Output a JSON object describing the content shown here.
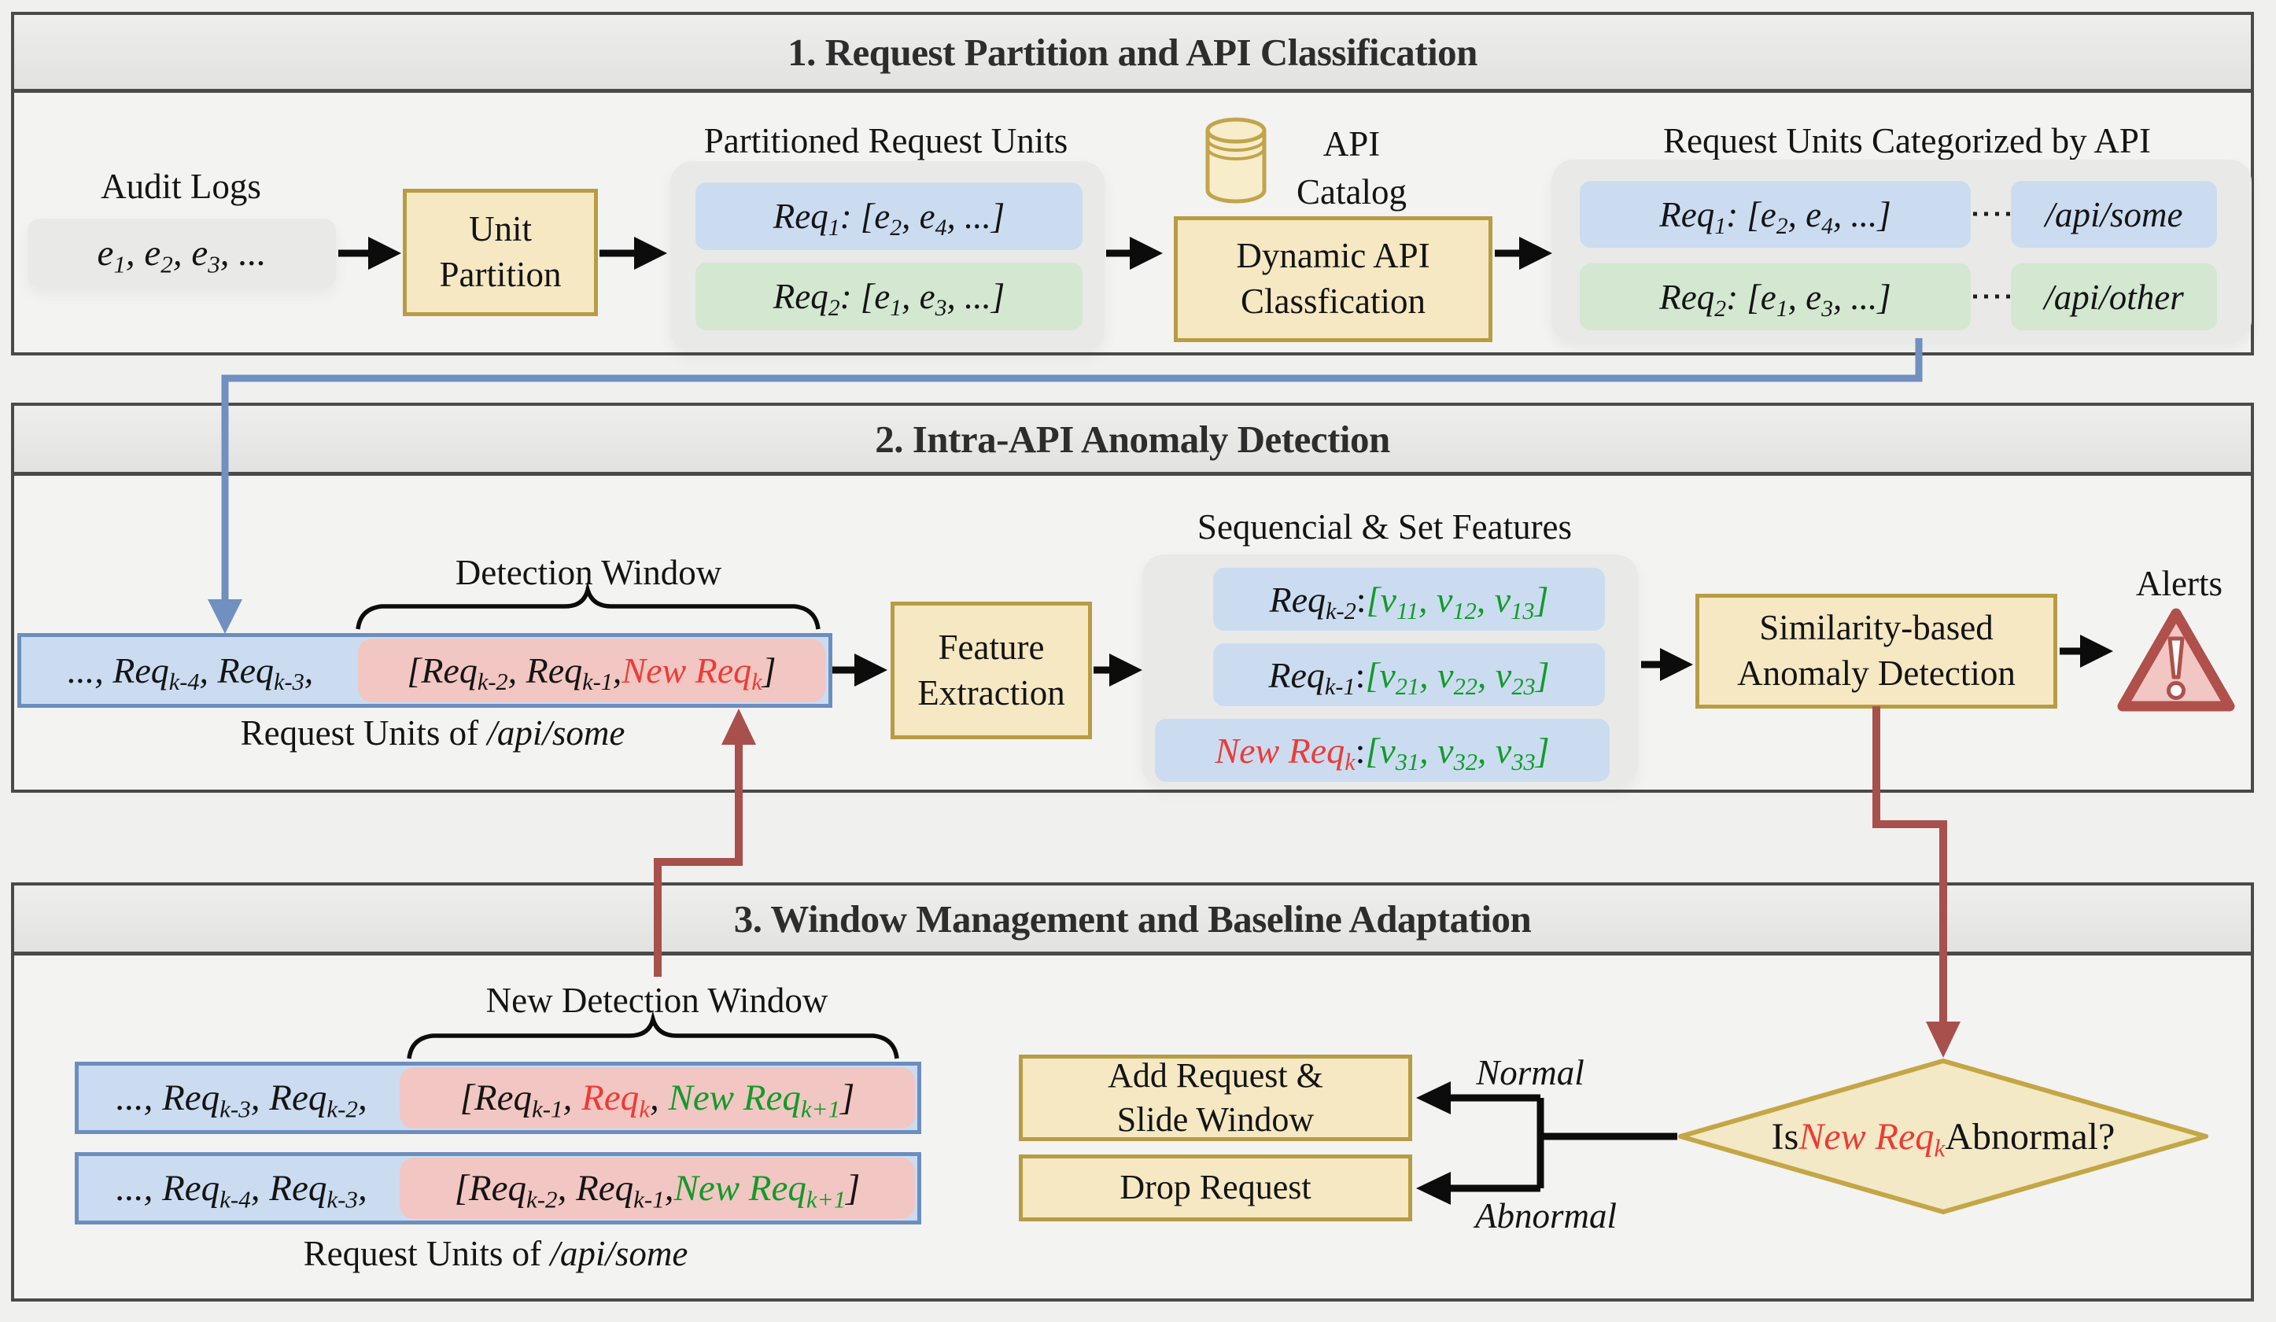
{
  "colors": {
    "page-bg": "#f0f0ef",
    "section-bg": "#f3f3f2",
    "border-dark": "#4a4a4a",
    "group-gray": "#e9e9e8",
    "yellow-fill": "#f5e8c2",
    "yellow-stroke": "#b89c44",
    "diamond-fill": "#f3e9c6",
    "diamond-stroke": "#c4a647",
    "blue-fill": "#cbdcf1",
    "blue-stroke": "#6c8ebf",
    "green-fill": "#d3e7d1",
    "pink-fill": "#f2c6c2",
    "red-text": "#ee3b35",
    "green-text": "#119b29",
    "arrow-red": "#a8504c",
    "arrow-blue": "#7090bf",
    "arrow-black": "#0c0c0c",
    "text-dark": "#141414"
  },
  "icons": {
    "api_catalog": "database-cylinder-icon",
    "alerts": "warning-triangle-icon",
    "braces": "curly-brace"
  },
  "sections": {
    "s1": {
      "title": "1. Request Partition and API Classification",
      "audit_label": "Audit Logs",
      "audit_events": [
        {
          "t": "e",
          "s": "1"
        },
        {
          "t": ", e",
          "s": "2"
        },
        {
          "t": ", e",
          "s": "3"
        },
        {
          "t": ", ..."
        }
      ],
      "unit_partition_lines": [
        "Unit",
        "Partition"
      ],
      "partitioned_label": "Partitioned Request Units",
      "partitioned_rows": [
        {
          "tokens": [
            {
              "t": "Req",
              "s": "1"
            },
            {
              "t": ": [e",
              "s": "2"
            },
            {
              "t": ", e",
              "s": "4"
            },
            {
              "t": ", ...]"
            }
          ]
        },
        {
          "tokens": [
            {
              "t": "Req",
              "s": "2"
            },
            {
              "t": ": [e",
              "s": "1"
            },
            {
              "t": ", e",
              "s": "3"
            },
            {
              "t": ", ...]"
            }
          ]
        }
      ],
      "api_catalog_lines": [
        "API",
        "Catalog"
      ],
      "classifier_lines": [
        "Dynamic API",
        "Classfication"
      ],
      "categorized_label": "Request Units Categorized by API",
      "categorized_rows": [
        {
          "tokens": [
            {
              "t": "Req",
              "s": "1"
            },
            {
              "t": ": [e",
              "s": "2"
            },
            {
              "t": ", e",
              "s": "4"
            },
            {
              "t": ", ...]"
            }
          ],
          "api": "/api/some"
        },
        {
          "tokens": [
            {
              "t": "Req",
              "s": "2"
            },
            {
              "t": ": [e",
              "s": "1"
            },
            {
              "t": ", e",
              "s": "3"
            },
            {
              "t": ", ...]"
            }
          ],
          "api": "/api/other"
        }
      ]
    },
    "s2": {
      "title": "2. Intra-API Anomaly Detection",
      "detection_window_label": "Detection Window",
      "window_outside": [
        {
          "t": "..., Req",
          "s": "k-4"
        },
        {
          "t": ", Req",
          "s": "k-3"
        },
        {
          "t": ","
        }
      ],
      "window_inside": [
        {
          "t": "[Req",
          "s": "k-2"
        },
        {
          "t": ", Req",
          "s": "k-1"
        },
        {
          "t": ", "
        },
        {
          "t": "New Req",
          "s": "k",
          "c": "r"
        },
        {
          "t": "]"
        }
      ],
      "request_units_label": [
        {
          "t": "Request Units of ",
          "u": 1
        },
        {
          "t": "/api/some"
        }
      ],
      "feature_lines": [
        "Feature",
        "Extraction"
      ],
      "features_label": "Sequencial & Set Features",
      "feature_rows": [
        {
          "tokens": [
            {
              "t": "Req",
              "s": "k-2"
            },
            {
              "t": ": ",
              "u": 1
            },
            {
              "t": "[v",
              "s": "11",
              "c": "g"
            },
            {
              "t": ", v",
              "s": "12",
              "c": "g"
            },
            {
              "t": ", v",
              "s": "13",
              "c": "g"
            },
            {
              "t": "]",
              "c": "g"
            }
          ]
        },
        {
          "tokens": [
            {
              "t": "Req",
              "s": "k-1"
            },
            {
              "t": ": ",
              "u": 1
            },
            {
              "t": "[v",
              "s": "21",
              "c": "g"
            },
            {
              "t": ", v",
              "s": "22",
              "c": "g"
            },
            {
              "t": ", v",
              "s": "23",
              "c": "g"
            },
            {
              "t": "]",
              "c": "g"
            }
          ]
        },
        {
          "tokens": [
            {
              "t": "New Req",
              "s": "k",
              "c": "r"
            },
            {
              "t": ": ",
              "u": 1
            },
            {
              "t": "[v",
              "s": "31",
              "c": "g"
            },
            {
              "t": ", v",
              "s": "32",
              "c": "g"
            },
            {
              "t": ", v",
              "s": "33",
              "c": "g"
            },
            {
              "t": "]",
              "c": "g"
            }
          ]
        }
      ],
      "similarity_lines": [
        "Similarity-based",
        "Anomaly Detection"
      ],
      "alerts_label": "Alerts"
    },
    "s3": {
      "title": "3. Window Management and Baseline Adaptation",
      "new_window_label": "New Detection Window",
      "rows": [
        {
          "outside": [
            {
              "t": "..., Req",
              "s": "k-3"
            },
            {
              "t": ", Req",
              "s": "k-2"
            },
            {
              "t": ","
            }
          ],
          "inside": [
            {
              "t": "[Req",
              "s": "k-1"
            },
            {
              "t": ",  "
            },
            {
              "t": "Req",
              "s": "k",
              "c": "r"
            },
            {
              "t": ",  "
            },
            {
              "t": "New Req",
              "s": "k+1",
              "c": "g"
            },
            {
              "t": "]"
            }
          ]
        },
        {
          "outside": [
            {
              "t": "..., Req",
              "s": "k-4"
            },
            {
              "t": ", Req",
              "s": "k-3"
            },
            {
              "t": ","
            }
          ],
          "inside": [
            {
              "t": "[Req",
              "s": "k-2"
            },
            {
              "t": ", Req",
              "s": "k-1"
            },
            {
              "t": ", "
            },
            {
              "t": "New Req",
              "s": "k+1",
              "c": "g"
            },
            {
              "t": "]"
            }
          ]
        }
      ],
      "request_units_label": [
        {
          "t": "Request Units of ",
          "u": 1
        },
        {
          "t": "/api/some"
        }
      ],
      "add_lines": [
        "Add Request &",
        "Slide Window"
      ],
      "drop_label": "Drop Request",
      "normal_label": "Normal",
      "abnormal_label": "Abnormal",
      "diamond_tokens": [
        {
          "t": "Is ",
          "u": 1
        },
        {
          "t": "New Req",
          "s": "k",
          "c": "r"
        },
        {
          "t": " Abnormal?",
          "u": 1
        }
      ]
    }
  }
}
